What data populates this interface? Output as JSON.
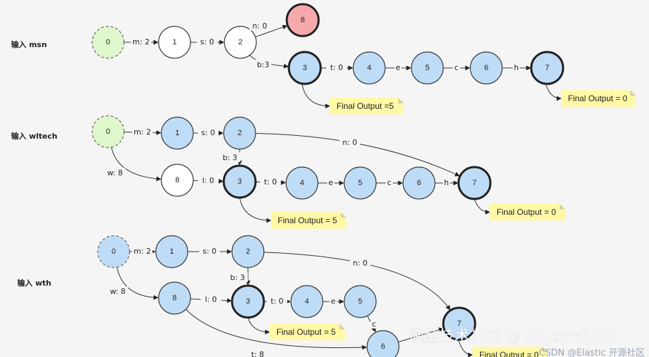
{
  "colors": {
    "blue_fill": "#bfdcf7",
    "green_fill": "#dff7cc",
    "pink_fill": "#f6a9ad",
    "white_fill": "#ffffff",
    "note_fill": "#fff8a6"
  },
  "sections": [
    {
      "label": "输入 msn",
      "nodes": [
        {
          "id": "n0",
          "label": "0",
          "fill": "green",
          "style": "dashed"
        },
        {
          "id": "n1",
          "label": "1",
          "fill": "white",
          "style": "normal"
        },
        {
          "id": "n2",
          "label": "2",
          "fill": "white",
          "style": "normal"
        },
        {
          "id": "n8",
          "label": "8",
          "fill": "pink",
          "style": "final"
        },
        {
          "id": "n3",
          "label": "3",
          "fill": "blue",
          "style": "final"
        },
        {
          "id": "n4",
          "label": "4",
          "fill": "blue",
          "style": "normal"
        },
        {
          "id": "n5",
          "label": "5",
          "fill": "blue",
          "style": "normal"
        },
        {
          "id": "n6",
          "label": "6",
          "fill": "blue",
          "style": "normal"
        },
        {
          "id": "n7",
          "label": "7",
          "fill": "blue",
          "style": "final"
        }
      ],
      "edges": [
        {
          "from": "n0",
          "to": "n1",
          "label": "m: 2"
        },
        {
          "from": "n1",
          "to": "n2",
          "label": "s: 0"
        },
        {
          "from": "n2",
          "to": "n8",
          "label": "n: 0"
        },
        {
          "from": "n2",
          "to": "n3",
          "label": "b:3"
        },
        {
          "from": "n3",
          "to": "n4",
          "label": "t: 0"
        },
        {
          "from": "n4",
          "to": "n5",
          "label": "e"
        },
        {
          "from": "n5",
          "to": "n6",
          "label": "c"
        },
        {
          "from": "n6",
          "to": "n7",
          "label": "h"
        }
      ],
      "notes": [
        {
          "attach": "n3",
          "text": "Final Output =5"
        },
        {
          "attach": "n7",
          "text": "Final Output = 0"
        }
      ]
    },
    {
      "label": "输入 wltech",
      "nodes": [
        {
          "id": "n0",
          "label": "0",
          "fill": "green",
          "style": "dashed"
        },
        {
          "id": "n1",
          "label": "1",
          "fill": "blue",
          "style": "normal"
        },
        {
          "id": "n2",
          "label": "2",
          "fill": "blue",
          "style": "normal"
        },
        {
          "id": "n8",
          "label": "8",
          "fill": "white",
          "style": "normal"
        },
        {
          "id": "n3",
          "label": "3",
          "fill": "blue",
          "style": "final"
        },
        {
          "id": "n4",
          "label": "4",
          "fill": "blue",
          "style": "normal"
        },
        {
          "id": "n5",
          "label": "5",
          "fill": "blue",
          "style": "normal"
        },
        {
          "id": "n6",
          "label": "6",
          "fill": "blue",
          "style": "normal"
        },
        {
          "id": "n7",
          "label": "7",
          "fill": "blue",
          "style": "final"
        }
      ],
      "edges": [
        {
          "from": "n0",
          "to": "n1",
          "label": "m: 2"
        },
        {
          "from": "n1",
          "to": "n2",
          "label": "s: 0"
        },
        {
          "from": "n2",
          "to": "n7",
          "label": "n: 0"
        },
        {
          "from": "n2",
          "to": "n3",
          "label": "b: 3"
        },
        {
          "from": "n0",
          "to": "n8",
          "label": "w: 8"
        },
        {
          "from": "n8",
          "to": "n3",
          "label": "l: 0"
        },
        {
          "from": "n3",
          "to": "n4",
          "label": "t: 0"
        },
        {
          "from": "n4",
          "to": "n5",
          "label": "e"
        },
        {
          "from": "n5",
          "to": "n6",
          "label": "c"
        },
        {
          "from": "n6",
          "to": "n7",
          "label": "h"
        }
      ],
      "notes": [
        {
          "attach": "n3",
          "text": "Final Output = 5"
        },
        {
          "attach": "n7",
          "text": "Final Output = 0"
        }
      ]
    },
    {
      "label": "输入 wth",
      "nodes": [
        {
          "id": "n0",
          "label": "0",
          "fill": "blue",
          "style": "dashed"
        },
        {
          "id": "n1",
          "label": "1",
          "fill": "blue",
          "style": "normal"
        },
        {
          "id": "n2",
          "label": "2",
          "fill": "blue",
          "style": "normal"
        },
        {
          "id": "n8",
          "label": "8",
          "fill": "blue",
          "style": "normal"
        },
        {
          "id": "n3",
          "label": "3",
          "fill": "blue",
          "style": "final"
        },
        {
          "id": "n4",
          "label": "4",
          "fill": "blue",
          "style": "normal"
        },
        {
          "id": "n5",
          "label": "5",
          "fill": "blue",
          "style": "normal"
        },
        {
          "id": "n6",
          "label": "6",
          "fill": "blue",
          "style": "normal"
        },
        {
          "id": "n7",
          "label": "7",
          "fill": "blue",
          "style": "final"
        }
      ],
      "edges": [
        {
          "from": "n0",
          "to": "n1",
          "label": "m: 2"
        },
        {
          "from": "n1",
          "to": "n2",
          "label": "s: 0"
        },
        {
          "from": "n2",
          "to": "n7",
          "label": "n: 0"
        },
        {
          "from": "n2",
          "to": "n3",
          "label": "b: 3"
        },
        {
          "from": "n0",
          "to": "n8",
          "label": "w: 8"
        },
        {
          "from": "n8",
          "to": "n3",
          "label": "l: 0"
        },
        {
          "from": "n3",
          "to": "n4",
          "label": "t: 0"
        },
        {
          "from": "n4",
          "to": "n5",
          "label": "e"
        },
        {
          "from": "n5",
          "to": "n6",
          "label": "c"
        },
        {
          "from": "n8",
          "to": "n6",
          "label": "t: 8"
        },
        {
          "from": "n6",
          "to": "n7",
          "label": ""
        }
      ],
      "notes": [
        {
          "attach": "n3",
          "text": "Final Output = 5"
        },
        {
          "attach": "n7",
          "text": "Final Output = 0"
        }
      ]
    }
  ],
  "watermark": {
    "text": "掘金技术社区 @ Sincerelyplz",
    "subtext": "CSDN @Elastic 开源社区"
  }
}
